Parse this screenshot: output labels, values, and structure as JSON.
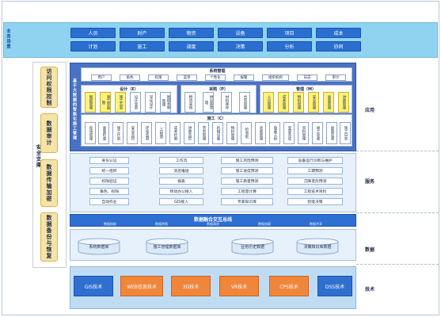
{
  "top": {
    "label": "业务场景",
    "row1": [
      "人员",
      "财产",
      "物资",
      "设备",
      "项目",
      "成本"
    ],
    "row2": [
      "计划",
      "施工",
      "调度",
      "决策",
      "分析",
      "协同"
    ]
  },
  "left": {
    "boxes": [
      "访问权限控制",
      "数据审计",
      "数据传输加密",
      "数据备份与恢复"
    ],
    "safety": "安全支撑"
  },
  "app": {
    "side_label": "基于大数据的智能化施工管理",
    "sys": {
      "title": "系统管理",
      "items": [
        "用户",
        "角色",
        "权限",
        "菜单",
        "个性化",
        "报警",
        "组织机构",
        "日志",
        "审计"
      ]
    },
    "groups": [
      {
        "title": "设计（E）",
        "tiles": [
          "图纸管理",
          "施工平面图",
          "施工方案",
          "设计变更",
          "深化设计",
          "图纸会审管理"
        ]
      },
      {
        "title": "采购（P）",
        "tiles": [
          "物资采购",
          "供应商管理",
          "材料库存",
          "合同管理"
        ]
      },
      {
        "title": "管理（M）",
        "tiles": [
          "人员管理",
          "成本管理",
          "物料管理",
          "安全管理",
          "质量管理",
          "进度管理"
        ]
      }
    ],
    "construction": {
      "title": "施工（C）",
      "tiles": [
        "现场管理",
        "质量检查",
        "施工计划",
        "安全监控",
        "环境监测",
        "工程量",
        "成本控制",
        "进度监控",
        "劳务管理",
        "机械设备",
        "物料管理",
        "检验批",
        "验收管理",
        "隐蔽工程",
        "变更签证",
        "资料管理",
        "竣工验收",
        "质量追溯",
        "施工日志"
      ]
    }
  },
  "service": {
    "label": "服务",
    "col1": [
      "身份认证",
      "统一组织",
      "权限验证",
      "角色、权限",
      "自动作业"
    ],
    "col2": [
      "工作流",
      "消息推送",
      "报表",
      "移动办公接入",
      "GIS接入"
    ],
    "col3": [
      "施工风险预测",
      "施工进度预测",
      "施工质量预测",
      "工程量计算",
      "专家知识库"
    ],
    "col4": [
      "设备运行诊断与维护",
      "工期预测",
      "沉降变形预测",
      "工程技术资料",
      "智能决策"
    ]
  },
  "data": {
    "label": "数据",
    "bus_title": "数据融合交互总线",
    "bus_items": [
      "数据抽取",
      "数据转换",
      "数据清洗",
      "数据加载",
      "数据共享"
    ],
    "dbs": [
      "系统数据库",
      "施工管理数据库",
      "业务历史数据",
      "决策知识库数据"
    ]
  },
  "tech": {
    "label": "技术",
    "items": [
      "GIS技术",
      "WEB信息技术",
      "3D技术",
      "VR技术",
      "CPS技术",
      "DSS技术"
    ]
  },
  "right": {
    "app_label": "应用"
  },
  "colors": {
    "orange": "#f0863a",
    "blue": "#2f6fd0",
    "yellow": "#fff27a",
    "gold": "#f6e3a6"
  }
}
